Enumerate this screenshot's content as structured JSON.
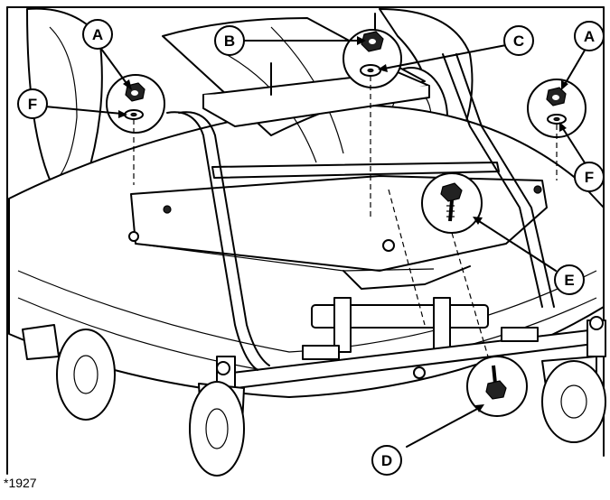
{
  "figure_id": "*1927",
  "callouts": {
    "A_left": "A",
    "A_right": "A",
    "B": "B",
    "C": "C",
    "D": "D",
    "E": "E",
    "F_left": "F",
    "F_right": "F"
  }
}
